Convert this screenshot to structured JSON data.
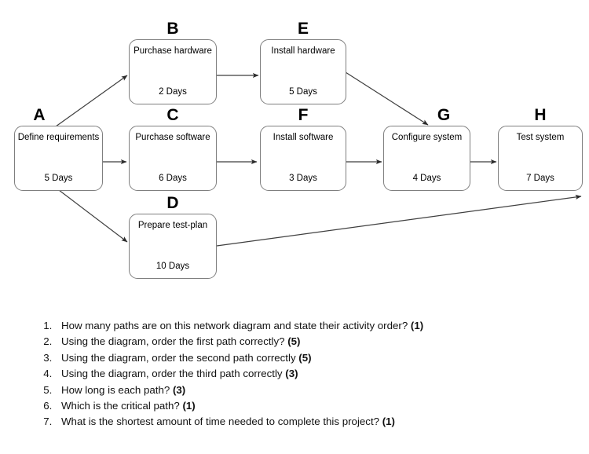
{
  "diagram": {
    "type": "network-activity-on-node",
    "nodes": [
      {
        "id": "A",
        "label": "A",
        "title": "Define requirements",
        "duration": "5 Days"
      },
      {
        "id": "B",
        "label": "B",
        "title": "Purchase hardware",
        "duration": "2 Days"
      },
      {
        "id": "C",
        "label": "C",
        "title": "Purchase software",
        "duration": "6 Days"
      },
      {
        "id": "D",
        "label": "D",
        "title": "Prepare test-plan",
        "duration": "10 Days"
      },
      {
        "id": "E",
        "label": "E",
        "title": "Install hardware",
        "duration": "5 Days"
      },
      {
        "id": "F",
        "label": "F",
        "title": "Install software",
        "duration": "3 Days"
      },
      {
        "id": "G",
        "label": "G",
        "title": "Configure system",
        "duration": "4 Days"
      },
      {
        "id": "H",
        "label": "H",
        "title": "Test system",
        "duration": "7 Days"
      }
    ],
    "edges": [
      {
        "from": "A",
        "to": "B"
      },
      {
        "from": "A",
        "to": "C"
      },
      {
        "from": "A",
        "to": "D"
      },
      {
        "from": "B",
        "to": "E"
      },
      {
        "from": "C",
        "to": "F"
      },
      {
        "from": "E",
        "to": "G"
      },
      {
        "from": "F",
        "to": "G"
      },
      {
        "from": "G",
        "to": "H"
      },
      {
        "from": "D",
        "to": "H"
      }
    ],
    "colors": {
      "node_border": "#7f7f7f",
      "node_fill": "#ffffff",
      "edge": "#3f3f3f",
      "text": "#000000"
    }
  },
  "questions": [
    {
      "number": "1.",
      "text": "How many paths are on this network diagram and state their activity order? ",
      "marks": "(1)"
    },
    {
      "number": "2.",
      "text": "Using the diagram, order the first path correctly? ",
      "marks": "(5)"
    },
    {
      "number": "3.",
      "text": "Using the diagram, order the second path correctly ",
      "marks": "(5)"
    },
    {
      "number": "4.",
      "text": "Using the diagram, order the third path correctly ",
      "marks": "(3)"
    },
    {
      "number": "5.",
      "text": "How long is each path? ",
      "marks": "(3)"
    },
    {
      "number": "6.",
      "text": "Which is the critical path? ",
      "marks": "(1)"
    },
    {
      "number": "7.",
      "text": "What is the shortest amount of time needed to complete this project? ",
      "marks": "(1)"
    }
  ]
}
